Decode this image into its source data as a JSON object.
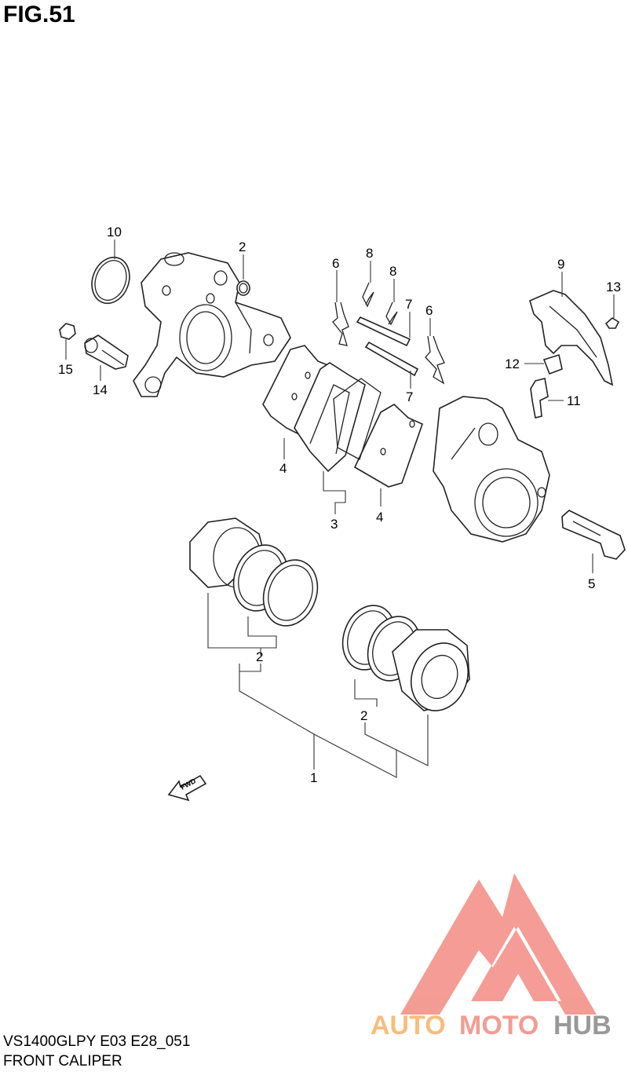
{
  "figure": {
    "title": "FIG.51"
  },
  "footer": {
    "model_code": "VS1400GLPY E03 E28_051",
    "section_name": "FRONT CALIPER"
  },
  "fwd_label": "FWD",
  "watermark": {
    "text_auto": "AUTO",
    "text_moto": "MOTO",
    "text_hub": "HUB",
    "color_primary": "#f28b82",
    "color_secondary": "#f7b267",
    "color_hub": "#888888"
  },
  "callouts": {
    "c1": "1",
    "c2a": "2",
    "c2b": "2",
    "c2c": "2",
    "c3": "3",
    "c4a": "4",
    "c4b": "4",
    "c5": "5",
    "c6a": "6",
    "c6b": "6",
    "c7a": "7",
    "c7b": "7",
    "c8a": "8",
    "c8b": "8",
    "c9": "9",
    "c10": "10",
    "c11": "11",
    "c12": "12",
    "c13": "13",
    "c14": "14",
    "c15": "15"
  }
}
